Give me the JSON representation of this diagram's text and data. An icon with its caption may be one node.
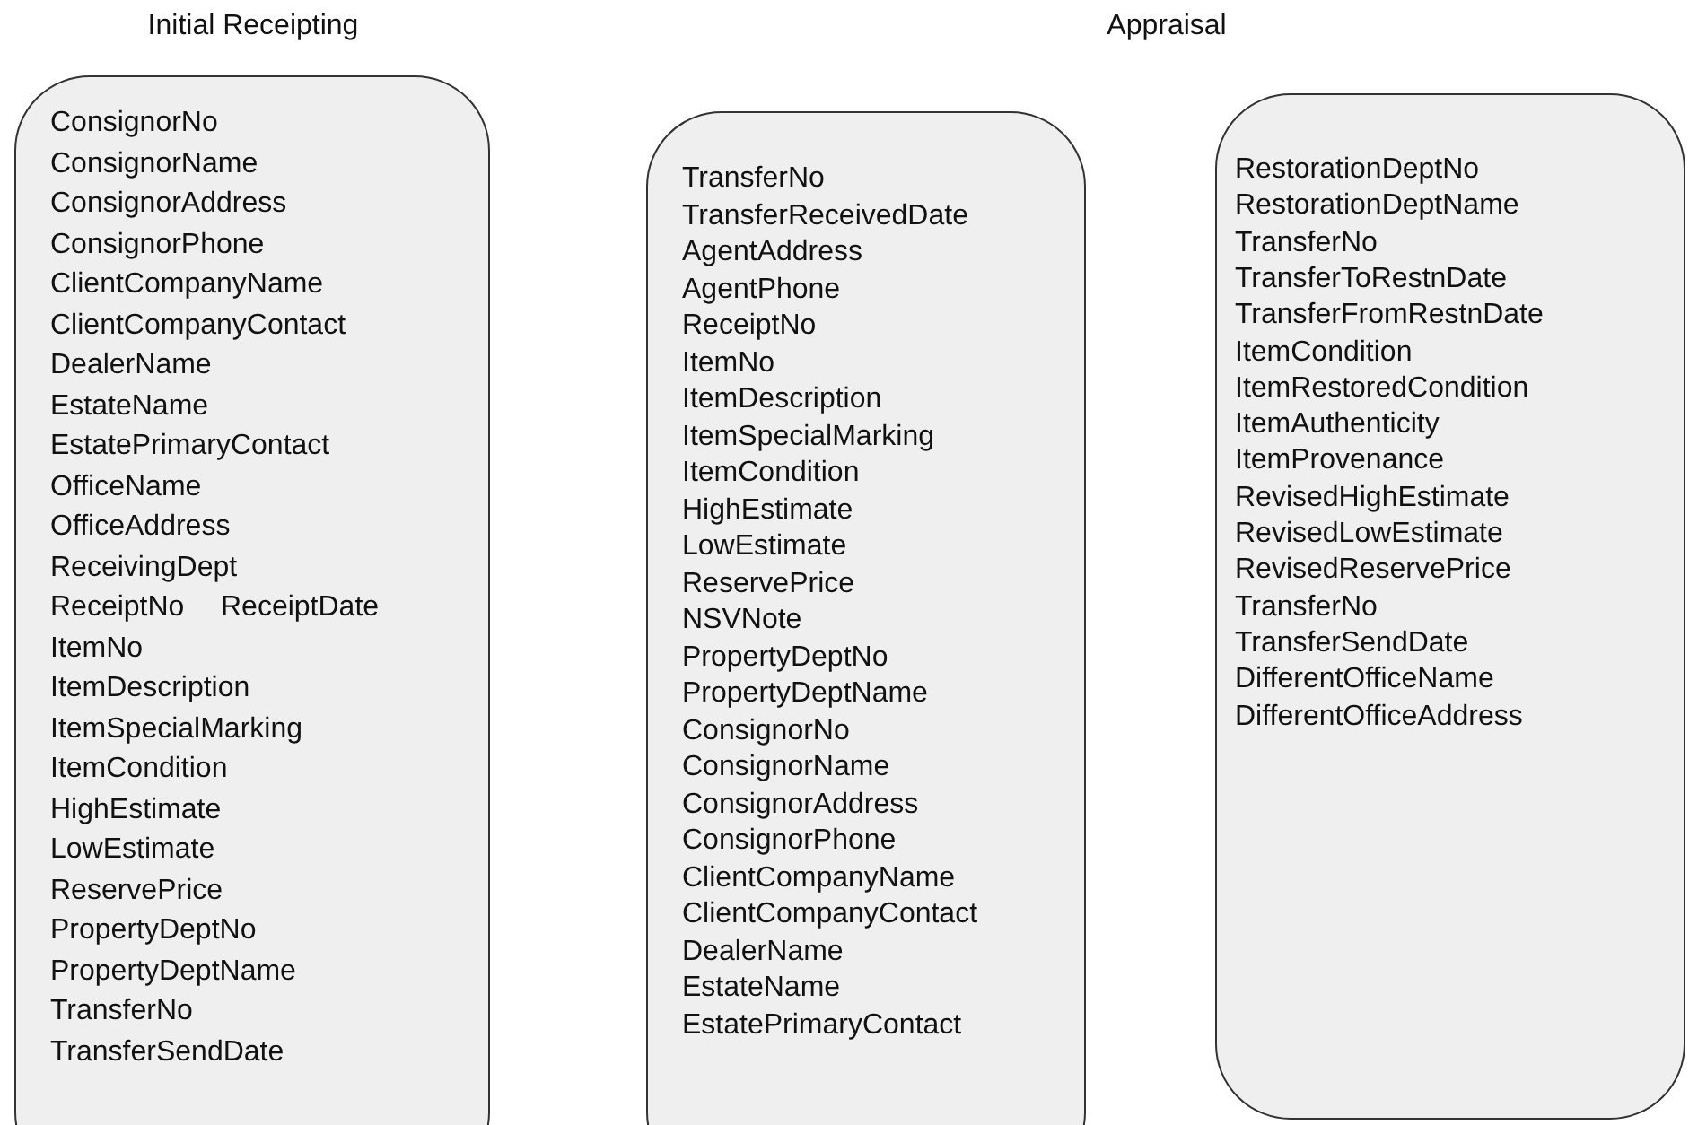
{
  "diagram": {
    "nodes": [
      {
        "text": [
          "ConsignorNo",
          "ConsignorName",
          "ConsignorAddress",
          "ConsignorPhone",
          "ClientCompanyName",
          "ClientCompanyContact",
          "DealerName",
          "EstateName",
          "EstatePrimaryContact",
          "OfficeName",
          "OfficeAddress",
          "ReceivingDept",
          "ReceiptNo",
          "ReceiptDate",
          "ItemNo",
          "ItemDescription",
          "ItemSpecialMarking",
          "ItemCondition",
          "HighEstimate",
          "LowEstimate",
          "ReservePrice",
          "PropertyDeptNo",
          "PropertyDeptName",
          "TransferNo",
          "TransferSendDate"
        ]
      },
      {
        "text": [
          "TransferNo",
          "TransferReceivedDate",
          "AgentAddress",
          "AgentPhone",
          "ReceiptNo",
          "ItemNo",
          "ItemDescription",
          "ItemSpecialMarking",
          "ItemCondition",
          "HighEstimate",
          "LowEstimate",
          "ReservePrice",
          "NSVNote",
          "PropertyDeptNo",
          "PropertyDeptName",
          "ConsignorNo",
          "ConsignorName",
          "ConsignorAddress",
          "ConsignorPhone",
          "ClientCompanyName",
          "ClientCompanyContact",
          "DealerName",
          "EstateName",
          "EstatePrimaryContact"
        ]
      },
      {
        "text": [
          "RestorationDeptNo",
          "RestorationDeptName",
          "TransferNo",
          "TransferToRestnDate",
          "TransferFromRestnDate",
          "ItemCondition",
          "ItemRestoredCondition",
          "ItemAuthenticity",
          "ItemProvenance",
          "RevisedHighEstimate",
          "RevisedLowEstimate",
          "RevisedReservePrice",
          "TransferNo",
          "TransferSendDate",
          "DifferentOfficeName",
          "DifferentOfficeAddress"
        ]
      }
    ],
    "labels": [
      "Initial Receipting",
      "Appraisal"
    ]
  }
}
